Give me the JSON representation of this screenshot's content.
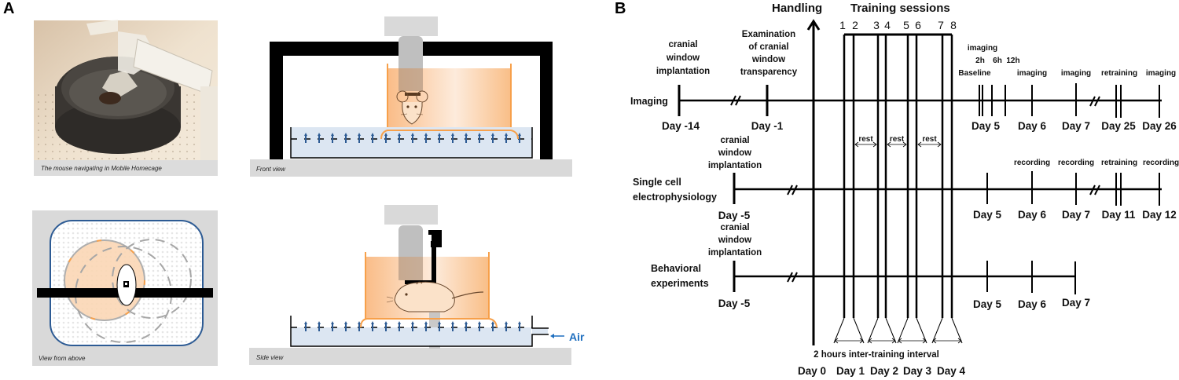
{
  "panels": {
    "a_label": "A",
    "b_label": "B"
  },
  "panel_a": {
    "photo_caption": "The mouse navigating in Mobile Homecage",
    "front_caption": "Front view",
    "above_caption": "View from above",
    "side_caption": "Side view",
    "air_label": "Air",
    "colors": {
      "cage_orange": "#f7a04a",
      "cage_fill": "#fbd3ac",
      "floor_blue": "#2d5b94",
      "air_blue": "#1f6fbf",
      "tray_fill": "#dce6f2",
      "gray_panel": "#d9d9d9",
      "frame_black": "#000000"
    }
  },
  "panel_b": {
    "handling_label": "Handling",
    "training_label": "Training sessions",
    "session_numbers": [
      "1",
      "2",
      "3",
      "4",
      "5",
      "6",
      "7",
      "8"
    ],
    "rest_label": "rest",
    "interval_label": "2 hours inter-training interval",
    "bottom_days": [
      "Day 0",
      "Day 1",
      "Day 2",
      "Day 3",
      "Day 4"
    ],
    "rows": [
      {
        "name": "Imaging",
        "start_event": [
          "cranial",
          "window",
          "implantation"
        ],
        "start_day": "Day -14",
        "pre_event": [
          "Examination",
          "of cranial",
          "window",
          "transparency"
        ],
        "pre_day": "Day -1",
        "imaging_header": "imaging",
        "time_points": [
          "2h",
          "6h",
          "12h"
        ],
        "baseline_label": "Baseline",
        "events": [
          "imaging",
          "imaging",
          "retraining",
          "imaging"
        ],
        "days": [
          "Day 5",
          "Day 6",
          "Day 7",
          "Day 25",
          "Day 26"
        ]
      },
      {
        "name_line1": "Single cell",
        "name_line2": "electrophysiology",
        "start_event": [
          "cranial",
          "window",
          "implantation"
        ],
        "start_day": "Day -5",
        "events": [
          "recording",
          "recording",
          "retraining",
          "recording"
        ],
        "days": [
          "Day 5",
          "Day 6",
          "Day 7",
          "Day 11",
          "Day 12"
        ]
      },
      {
        "name_line1": "Behavioral",
        "name_line2": "experiments",
        "start_event": [
          "cranial",
          "window",
          "implantation"
        ],
        "start_day": "Day -5",
        "days": [
          "Day 5",
          "Day 6",
          "Day 7"
        ]
      }
    ]
  }
}
